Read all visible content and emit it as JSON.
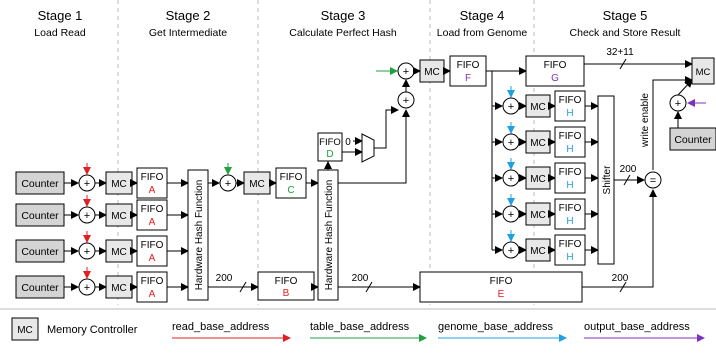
{
  "stages": [
    {
      "title": "Stage 1",
      "subtitle": "Load Read"
    },
    {
      "title": "Stage 2",
      "subtitle": "Get Intermediate"
    },
    {
      "title": "Stage 3",
      "subtitle": "Calculate Perfect Hash"
    },
    {
      "title": "Stage 4",
      "subtitle": "Load from Genome"
    },
    {
      "title": "Stage 5",
      "subtitle": "Check and Store Result"
    }
  ],
  "labels": {
    "counter": "Counter",
    "mc": "MC",
    "fifo": "FIFO",
    "plus": "+",
    "equals": "=",
    "zero": "0",
    "hash_function": "Hardware  Hash Function",
    "shifter": "Shifter",
    "write_enable": "write enable",
    "width_200": "200",
    "width_32_11": "32+11"
  },
  "fifo_letters": {
    "A": "A",
    "B": "B",
    "C": "C",
    "D": "D",
    "E": "E",
    "F": "F",
    "G": "G",
    "H": "H"
  },
  "colors": {
    "read": "#e02020",
    "table": "#20a040",
    "genome": "#20a0e0",
    "output": "#8030c0",
    "counter_fill": "#d4d4d4",
    "mc_fill": "#e8e8e8",
    "divider": "#bbbbbb"
  },
  "legend": {
    "mc_abbr": "MC",
    "mc_text": "Memory Controller",
    "items": [
      {
        "text": "read_base_address",
        "color_key": "read"
      },
      {
        "text": "table_base_address",
        "color_key": "table"
      },
      {
        "text": "genome_base_address",
        "color_key": "genome"
      },
      {
        "text": "output_base_address",
        "color_key": "output"
      }
    ]
  }
}
